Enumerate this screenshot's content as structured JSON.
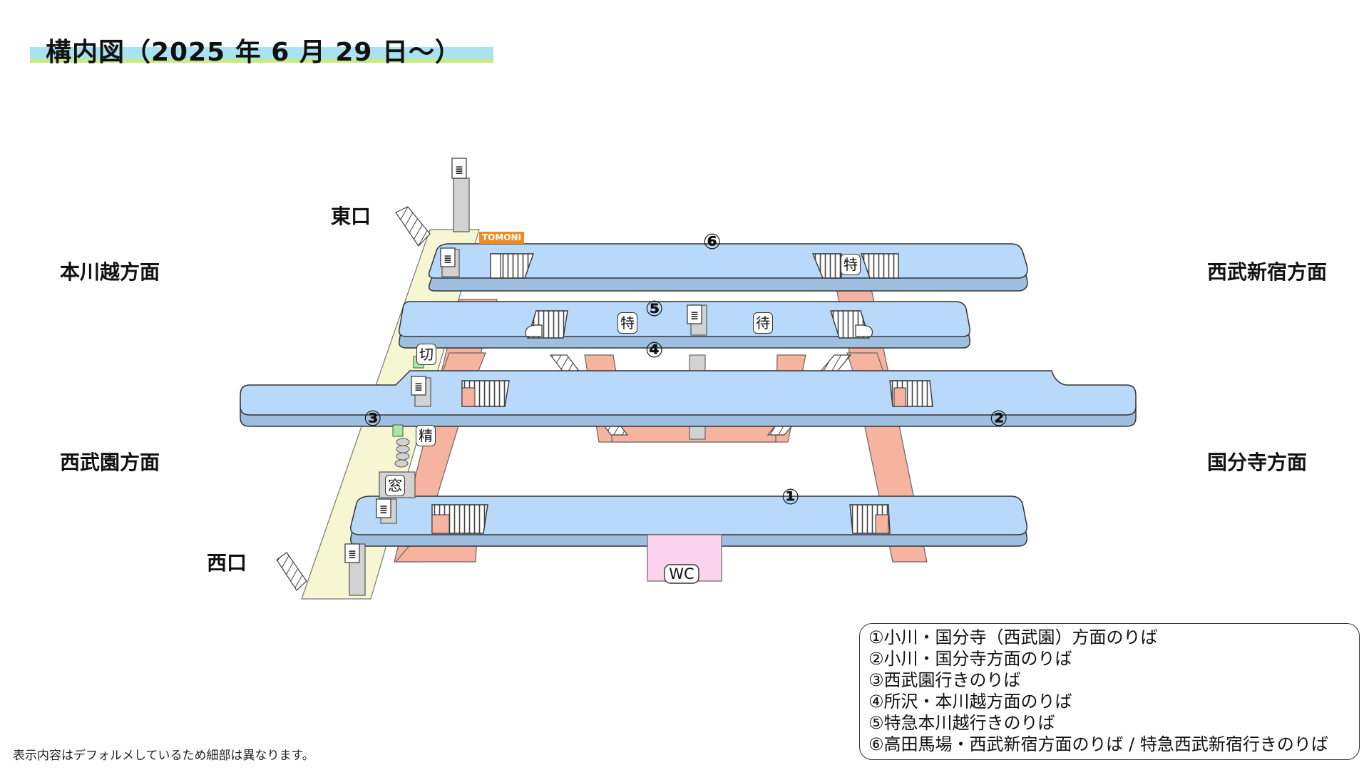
{
  "title": "構内図（2025 年 6 月 29 日～）",
  "directions": {
    "hon_kawagoe": "本川越方面",
    "seibu_shinjuku": "西武新宿方面",
    "seibuen": "西武園方面",
    "kokubunji": "国分寺方面"
  },
  "exits": {
    "east": "東口",
    "west": "西口"
  },
  "platform_numbers": [
    "①",
    "②",
    "③",
    "④",
    "⑤",
    "⑥"
  ],
  "facilities": {
    "ticket_gate": "切",
    "fare_adjust": "精",
    "ticket_window": "窓",
    "limited_express": "特",
    "waiting_room": "待",
    "toilet": "WC",
    "shop": "TOMONI"
  },
  "legend": [
    "①小川・国分寺（西武園）方面のりば",
    "②小川・国分寺方面のりば",
    "③西武園行きのりば",
    "④所沢・本川越方面のりば",
    "⑤特急本川越行きのりば",
    "⑥高田馬場・西武新宿方面のりば / 特急西武新宿行きのりば"
  ],
  "footnote": "表示内容はデフォルメしているため細部は異なります。",
  "colors": {
    "platform": "#b8d9fa",
    "track": "#f6b3a0",
    "concourse": "#f6f6d2",
    "toilet": "#fbd3ec",
    "gray": "#d2d2d2",
    "title_band_blue": "#a9e3f3",
    "title_band_green": "#c6e98a",
    "shop": "#f08c1e"
  },
  "icons": [
    "elevator-icon",
    "stairs-icon",
    "escalator-icon"
  ]
}
